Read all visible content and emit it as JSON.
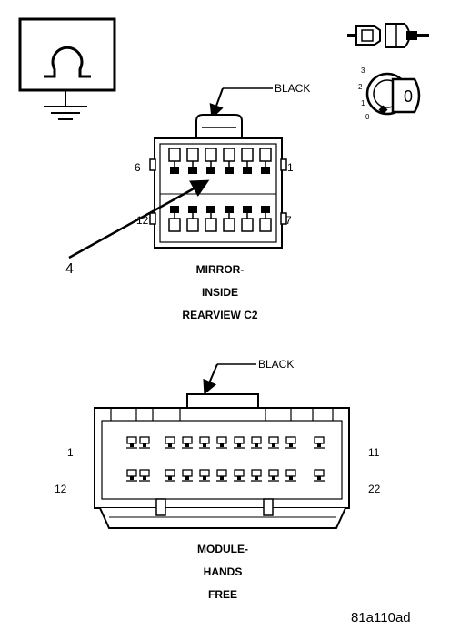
{
  "ohmmeter_icon": "ohmmeter-ground-icon",
  "ignition": {
    "icon": "ignition-key-icon",
    "positions": [
      "3",
      "2",
      "1",
      "0"
    ],
    "key_label": "0"
  },
  "connector_c2": {
    "wire_color": "BLACK",
    "pin_top_left": "6",
    "pin_top_right": "1",
    "pin_bottom_left": "12",
    "pin_bottom_right": "7",
    "callout": "4",
    "caption": [
      "MIRROR-",
      "INSIDE",
      "REARVIEW C2"
    ]
  },
  "connector_hf": {
    "wire_color": "BLACK",
    "pin_top_left": "1",
    "pin_top_right": "11",
    "pin_bottom_left": "12",
    "pin_bottom_right": "22",
    "caption": [
      "MODULE-",
      "HANDS",
      "FREE"
    ]
  },
  "figure_id": "81a110ad"
}
